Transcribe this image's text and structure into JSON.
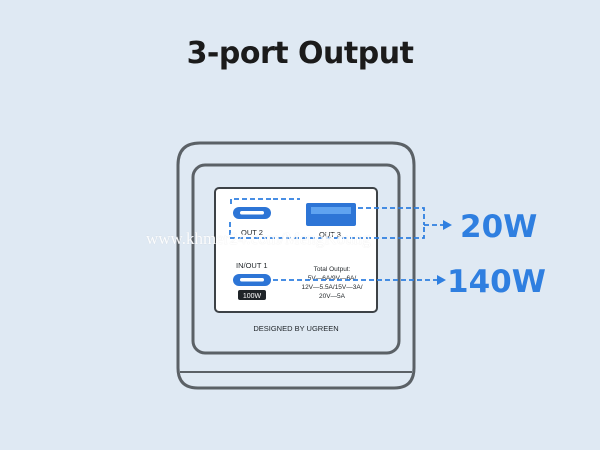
{
  "title": "3-port Output",
  "ports": {
    "out2": "OUT 2",
    "out3": "OUT 3",
    "inout1": "IN/OUT 1",
    "badge": "100W"
  },
  "total_output": {
    "heading": "Total Output:",
    "line1": "5V—6A/9V—6A/",
    "line2": "12V—5.5A/15V—3A/",
    "line3": "20V—5A"
  },
  "brand_text": "DESIGNED BY UGREEN",
  "callouts": {
    "top": "20W",
    "bottom": "140W"
  },
  "watermark": "www.khmer24.com/MengKoung",
  "colors": {
    "background": "#dfe9f3",
    "accent": "#2f7fe0",
    "device_outline": "#5b6166",
    "port_fill": "#2d75d6"
  }
}
